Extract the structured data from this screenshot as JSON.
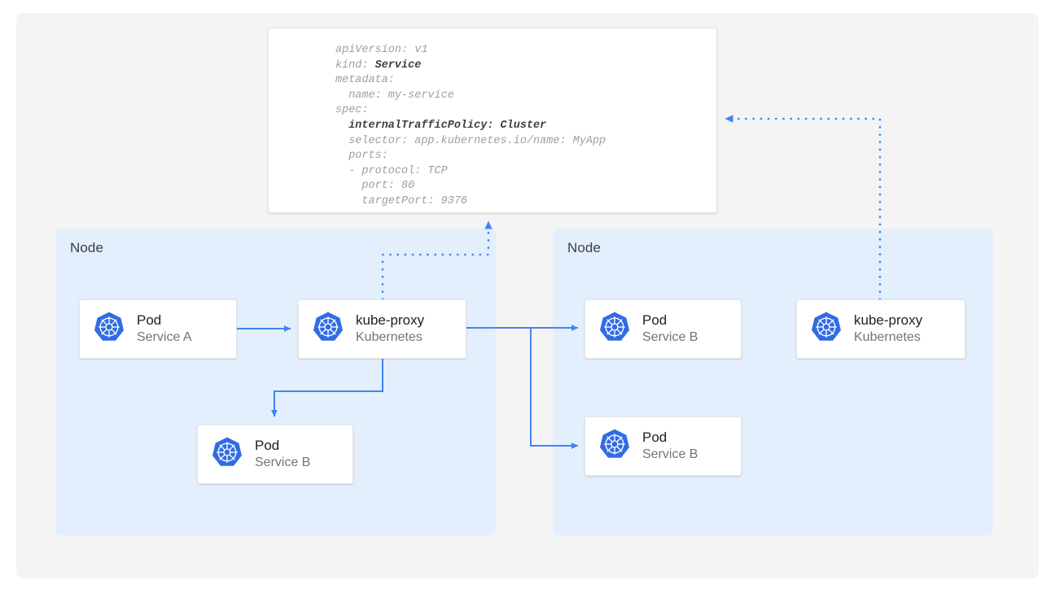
{
  "canvas": {
    "background_color": "#f4f4f4",
    "page_background_color": "#ffffff"
  },
  "yaml_card": {
    "name": "service-manifest",
    "lines": [
      {
        "text": "apiVersion: v1",
        "bold": false
      },
      {
        "text": "kind: ",
        "bold_suffix": "Service"
      },
      {
        "text": "metadata:",
        "bold": false
      },
      {
        "text": "  name: my-service",
        "bold": false
      },
      {
        "text": "spec:",
        "bold": false
      },
      {
        "text": "  internalTrafficPolicy: Cluster",
        "bold": true
      },
      {
        "text": "  selector: app.kubernetes.io/name: MyApp",
        "bold": false
      },
      {
        "text": "  ports:",
        "bold": false
      },
      {
        "text": "  - protocol: TCP",
        "bold": false
      },
      {
        "text": "    port: 80",
        "bold": false
      },
      {
        "text": "    targetPort: 9376",
        "bold": false
      }
    ],
    "plain_text": "apiVersion: v1\nkind: Service\nmetadata:\n  name: my-service\nspec:\n  internalTrafficPolicy: Cluster\n  selector: app.kubernetes.io/name: MyApp\n  ports:\n  - protocol: TCP\n    port: 80\n    targetPort: 9376",
    "highlighted_keys": [
      "kind: Service",
      "internalTrafficPolicy: Cluster"
    ],
    "text_color": "#9aa0a6",
    "highlight_color": "#3c4043"
  },
  "nodes": [
    {
      "label": "Node",
      "id": "node-left",
      "background_color": "#e3effc",
      "cards": [
        {
          "id": "pod-service-a",
          "title": "Pod",
          "subtitle": "Service A"
        },
        {
          "id": "kube-proxy-left",
          "title": "kube-proxy",
          "subtitle": "Kubernetes"
        },
        {
          "id": "pod-service-b-left",
          "title": "Pod",
          "subtitle": "Service B"
        }
      ]
    },
    {
      "label": "Node",
      "id": "node-right",
      "background_color": "#e3effc",
      "cards": [
        {
          "id": "pod-service-b-right-top",
          "title": "Pod",
          "subtitle": "Service B"
        },
        {
          "id": "kube-proxy-right",
          "title": "kube-proxy",
          "subtitle": "Kubernetes"
        },
        {
          "id": "pod-service-b-right-bottom",
          "title": "Pod",
          "subtitle": "Service B"
        }
      ]
    }
  ],
  "icons": {
    "kubernetes": "kubernetes-logo-icon"
  },
  "connectors": {
    "solid_color": "#4285f4",
    "dotted_color": "#4285f4",
    "solid_edges": [
      {
        "from": "pod-service-a",
        "to": "kube-proxy-left"
      },
      {
        "from": "kube-proxy-left",
        "to": "pod-service-b-left"
      },
      {
        "from": "kube-proxy-left",
        "to": "pod-service-b-right-top"
      },
      {
        "from": "kube-proxy-left",
        "to": "pod-service-b-right-bottom"
      }
    ],
    "dotted_edges": [
      {
        "from": "kube-proxy-left",
        "to": "service-manifest"
      },
      {
        "from": "kube-proxy-right",
        "to": "service-manifest"
      }
    ]
  }
}
